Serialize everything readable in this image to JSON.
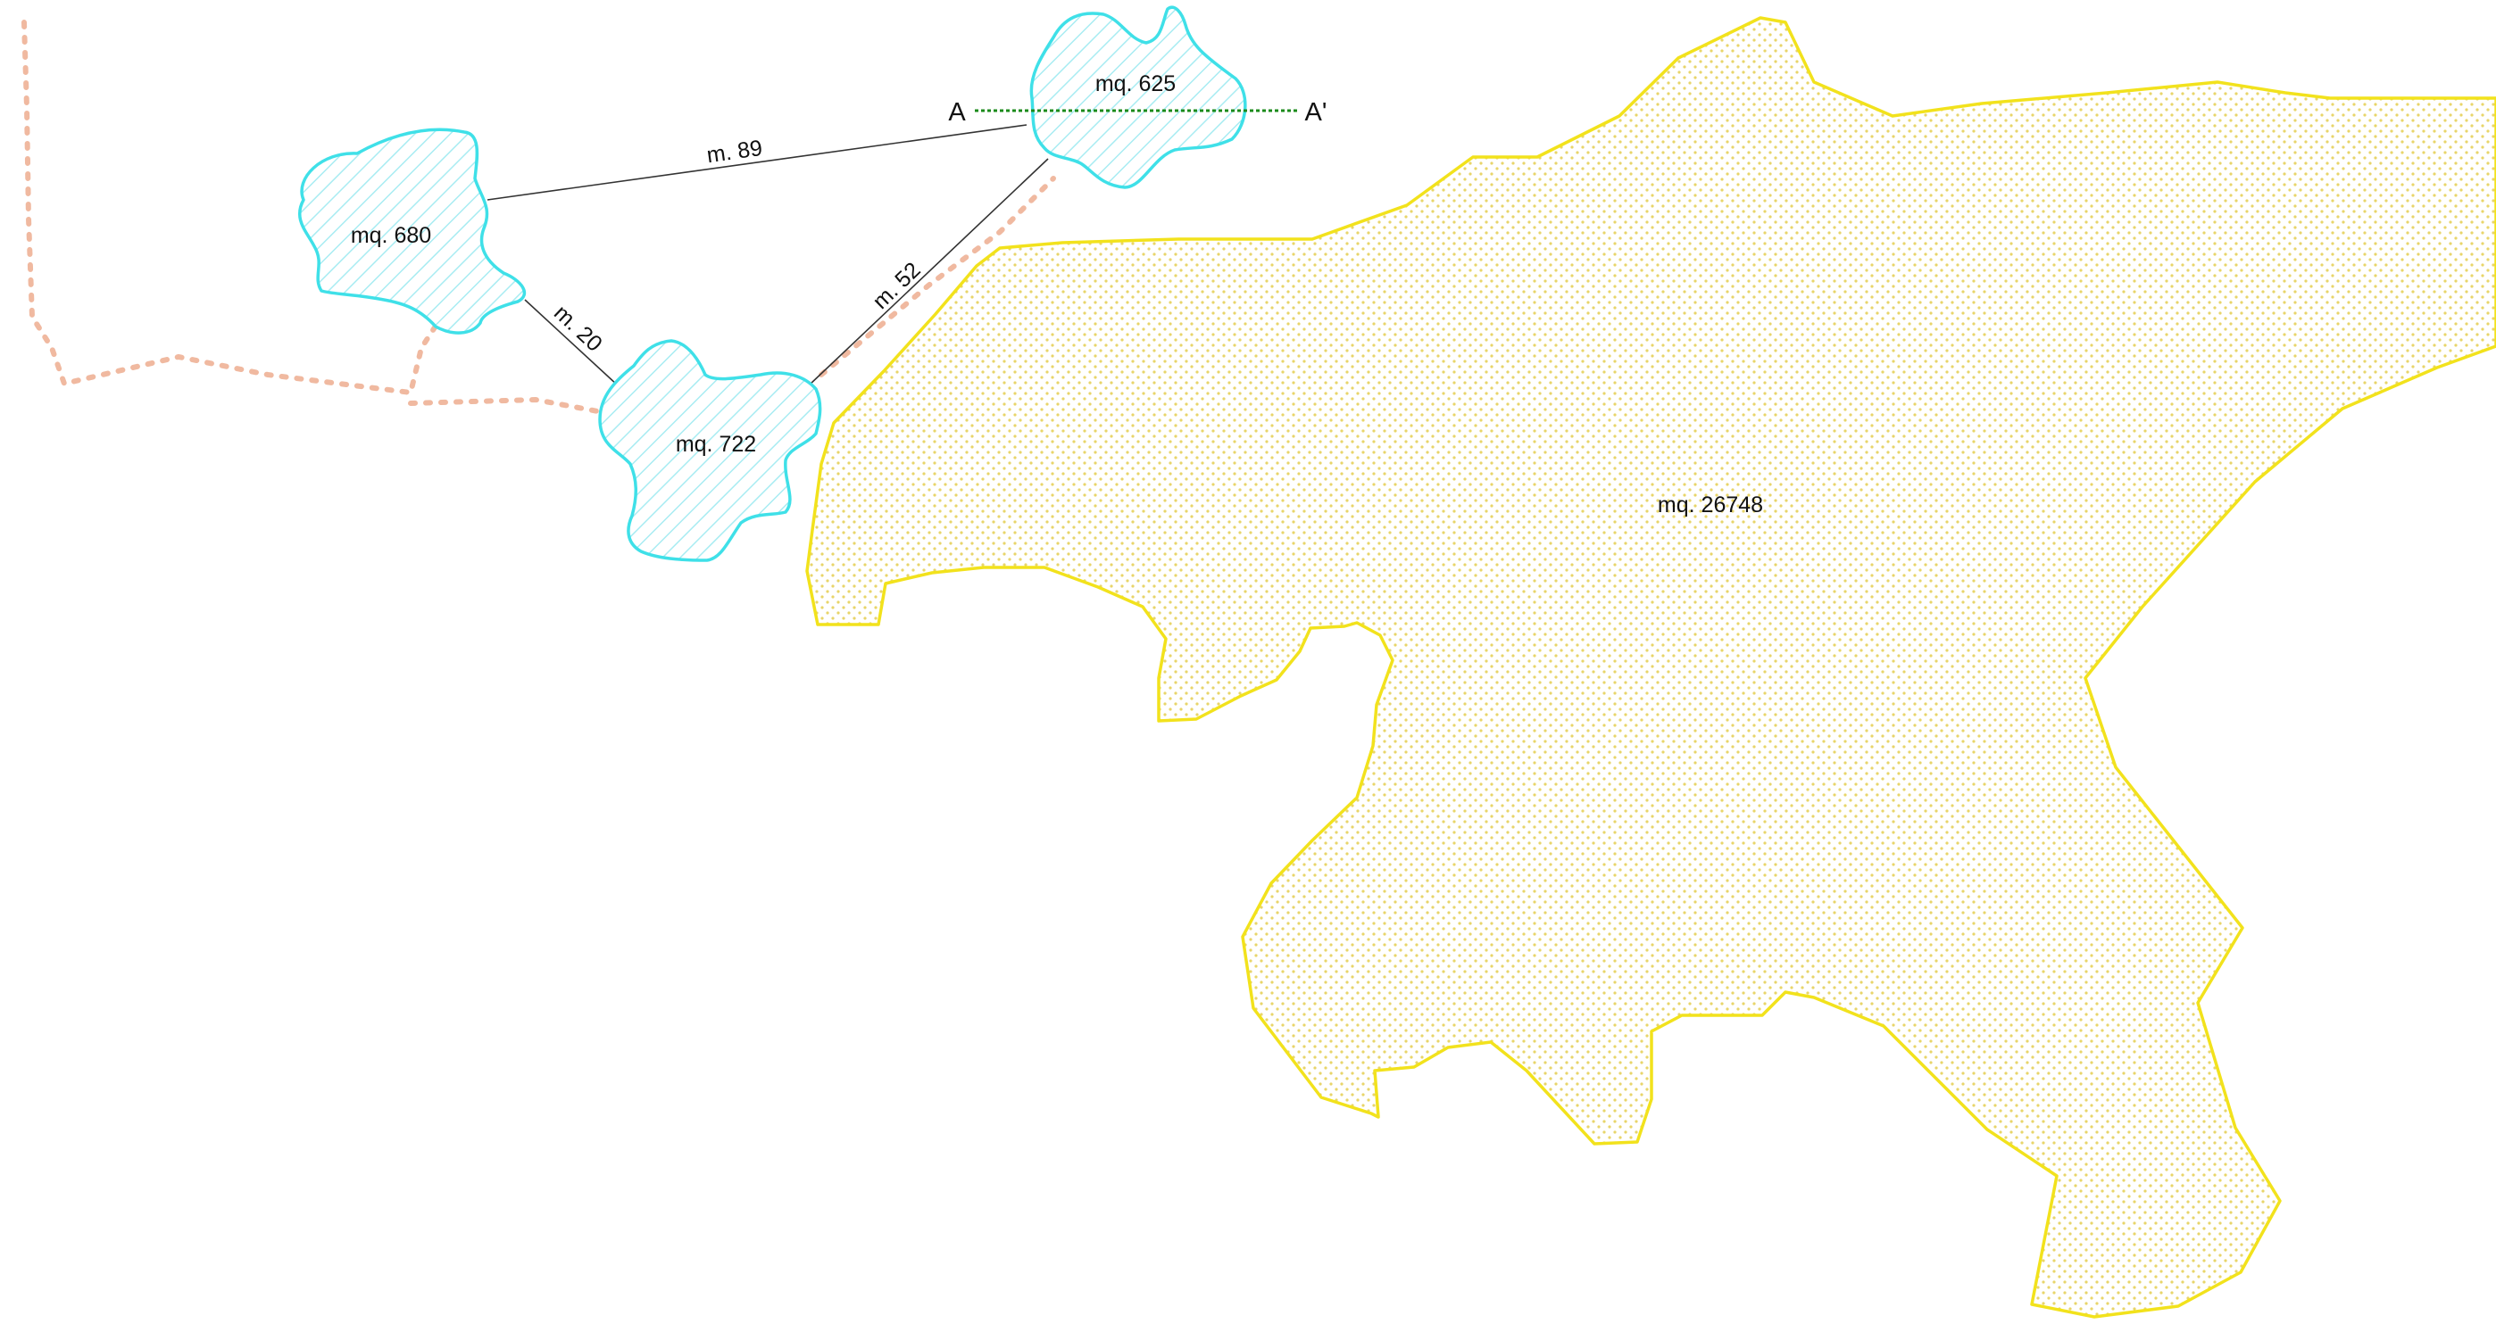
{
  "colors": {
    "pond_outline": "#3fe0e8",
    "pond_hatch": "#a8ecf2",
    "land_outline": "#f2e21c",
    "land_dots": "#e8d56a",
    "path_dots": "#f0b9a0",
    "section_line": "#1a8a1a",
    "measure_line": "#333333"
  },
  "ponds": [
    {
      "id": "pond-680",
      "label": "mq. 680"
    },
    {
      "id": "pond-625",
      "label": "mq. 625"
    },
    {
      "id": "pond-722",
      "label": "mq. 722"
    }
  ],
  "land": {
    "label": "mq. 26748"
  },
  "distances": [
    {
      "id": "dist-89",
      "label": "m. 89"
    },
    {
      "id": "dist-20",
      "label": "m. 20"
    },
    {
      "id": "dist-52",
      "label": "m. 52"
    }
  ],
  "section": {
    "start_label": "A",
    "end_label": "A'"
  }
}
